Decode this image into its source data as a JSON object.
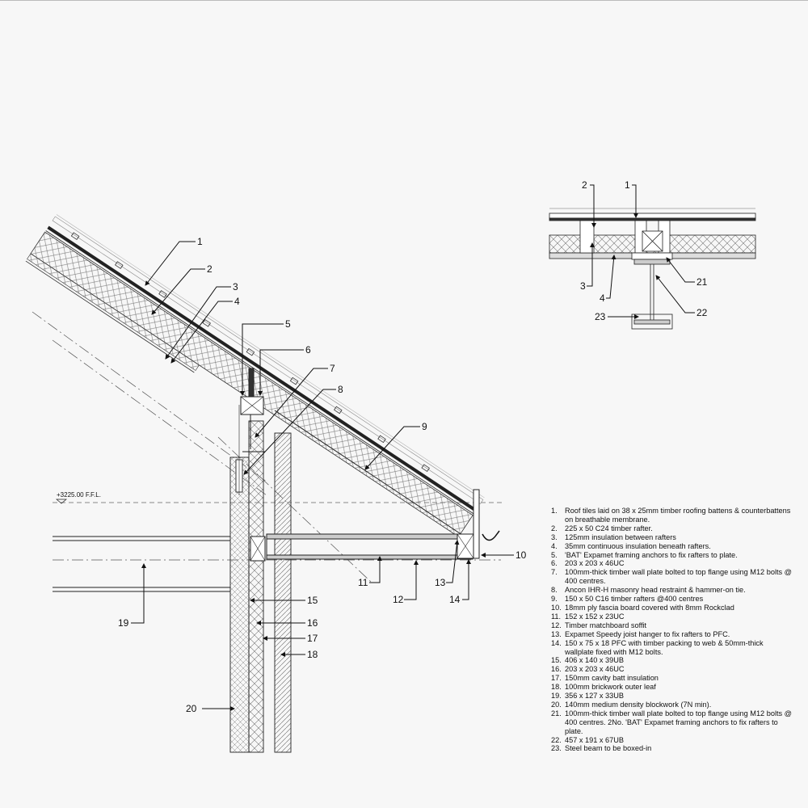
{
  "level_marker": "+3225.00 F.F.L.",
  "callouts": [
    "1",
    "2",
    "3",
    "4",
    "5",
    "6",
    "7",
    "8",
    "9",
    "10",
    "11",
    "12",
    "13",
    "14",
    "15",
    "16",
    "17",
    "18",
    "19",
    "20",
    "21",
    "22",
    "23"
  ],
  "legend": [
    {
      "num": "1.",
      "text": "Roof tiles laid on 38 x 25mm timber roofing battens & counterbattens on breathable membrane."
    },
    {
      "num": "2.",
      "text": "225 x 50 C24 timber rafter."
    },
    {
      "num": "3.",
      "text": "125mm insulation between rafters"
    },
    {
      "num": "4.",
      "text": "35mm continuous insulation beneath rafters."
    },
    {
      "num": "5.",
      "text": "'BAT' Expamet framing anchors to fix rafters to plate."
    },
    {
      "num": "6.",
      "text": "203 x 203 x 46UC"
    },
    {
      "num": "7.",
      "text": "100mm-thick timber wall plate bolted to top flange using M12 bolts @ 400 centres."
    },
    {
      "num": "8.",
      "text": "Ancon IHR-H masonry head restraint & hammer-on tie."
    },
    {
      "num": "9.",
      "text": "150 x 50 C16 timber rafters @400 centres"
    },
    {
      "num": "10.",
      "text": "18mm ply fascia board covered with 8mm Rockclad"
    },
    {
      "num": "11.",
      "text": "152 x 152 x 23UC"
    },
    {
      "num": "12.",
      "text": "Timber matchboard soffit"
    },
    {
      "num": "13.",
      "text": "Expamet Speedy joist hanger to fix rafters to PFC."
    },
    {
      "num": "14.",
      "text": "150 x 75 x 18 PFC with timber packing to web & 50mm-thick wallplate fixed with M12 bolts."
    },
    {
      "num": "15.",
      "text": "406 x 140 x 39UB"
    },
    {
      "num": "16.",
      "text": "203 x 203 x 46UC"
    },
    {
      "num": "17.",
      "text": "150mm cavity batt insulation"
    },
    {
      "num": "18.",
      "text": "100mm brickwork outer leaf"
    },
    {
      "num": "19.",
      "text": "356 x 127 x 33UB"
    },
    {
      "num": "20.",
      "text": "140mm medium density blockwork (7N min)."
    },
    {
      "num": "21.",
      "text": "100mm-thick timber wall plate bolted to top flange using M12 bolts @ 400 centres. 2No. 'BAT' Expamet framing anchors to fix rafters to plate."
    },
    {
      "num": "22.",
      "text": "457 x 191 x 67UB"
    },
    {
      "num": "23.",
      "text": "Steel beam to be boxed-in"
    }
  ]
}
